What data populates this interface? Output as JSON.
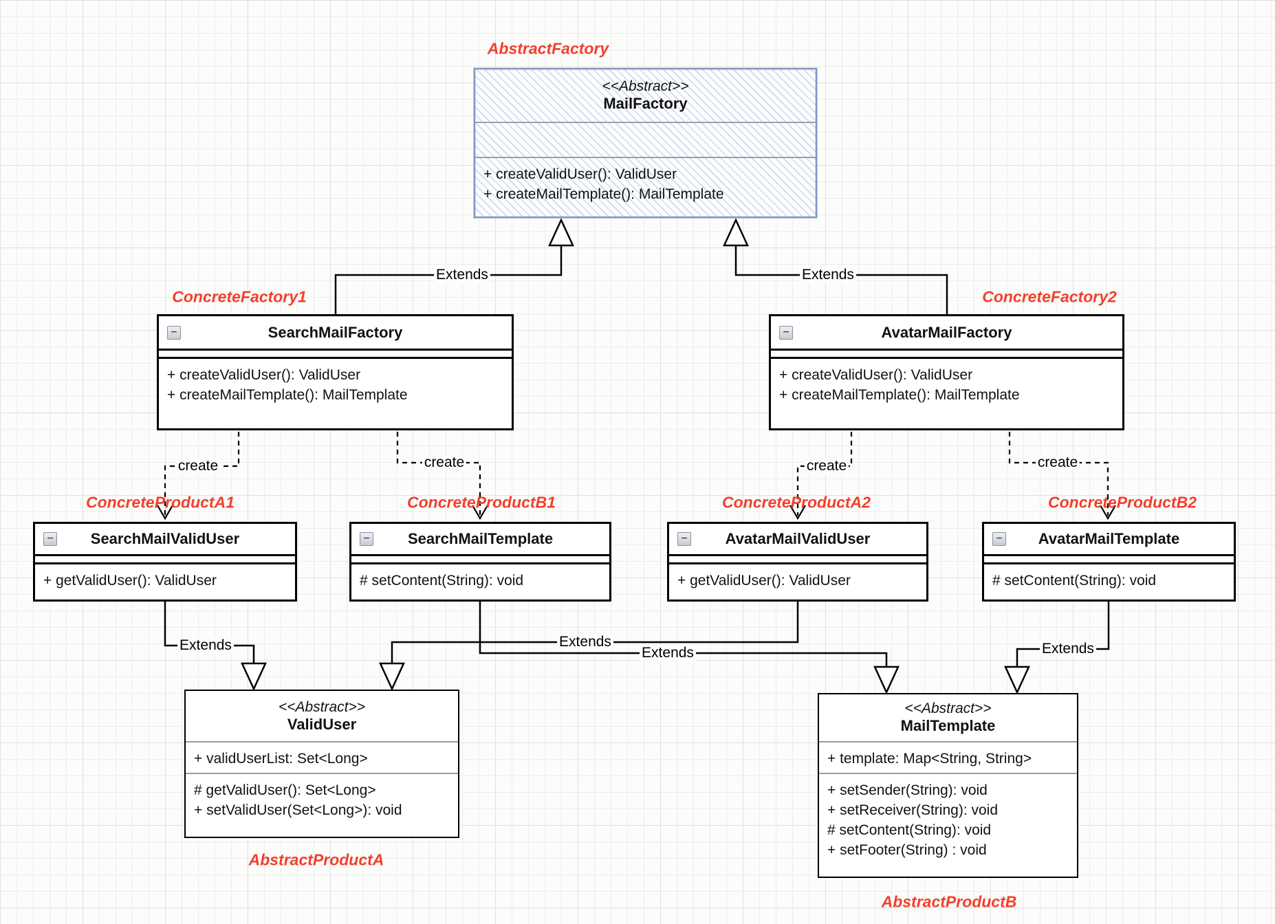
{
  "diagram": {
    "pattern_labels": {
      "abstract_factory": "AbstractFactory",
      "concrete_factory_1": "ConcreteFactory1",
      "concrete_factory_2": "ConcreteFactory2",
      "concrete_product_a1": "ConcreteProductA1",
      "concrete_product_b1": "ConcreteProductB1",
      "concrete_product_a2": "ConcreteProductA2",
      "concrete_product_b2": "ConcreteProductB2",
      "abstract_product_a": "AbstractProductA",
      "abstract_product_b": "AbstractProductB"
    },
    "edge_labels": {
      "extends": "Extends",
      "create": "create"
    },
    "icons": {
      "collapse_glyph": "−"
    },
    "colors": {
      "annotation_red": "#f2402c",
      "abstract_box_border_blue": "#8197c4",
      "abstract_box_hatch_blue": "#809cd6",
      "class_border_black": "#000000",
      "separator_gray": "#9a9a9a"
    },
    "classes": {
      "mail_factory": {
        "stereotype": "<<Abstract>>",
        "name": "MailFactory",
        "methods": [
          "+ createValidUser(): ValidUser",
          "+ createMailTemplate(): MailTemplate"
        ]
      },
      "search_mail_factory": {
        "name": "SearchMailFactory",
        "methods": [
          "+ createValidUser(): ValidUser",
          "+ createMailTemplate(): MailTemplate"
        ]
      },
      "avatar_mail_factory": {
        "name": "AvatarMailFactory",
        "methods": [
          "+ createValidUser(): ValidUser",
          "+ createMailTemplate(): MailTemplate"
        ]
      },
      "search_mail_valid_user": {
        "name": "SearchMailValidUser",
        "methods": [
          "+ getValidUser(): ValidUser"
        ]
      },
      "search_mail_template": {
        "name": "SearchMailTemplate",
        "methods": [
          "# setContent(String): void"
        ]
      },
      "avatar_mail_valid_user": {
        "name": "AvatarMailValidUser",
        "methods": [
          "+ getValidUser(): ValidUser"
        ]
      },
      "avatar_mail_template": {
        "name": "AvatarMailTemplate",
        "methods": [
          "# setContent(String): void"
        ]
      },
      "valid_user": {
        "stereotype": "<<Abstract>>",
        "name": "ValidUser",
        "attributes": [
          "+ validUserList: Set<Long>"
        ],
        "methods": [
          "# getValidUser(): Set<Long>",
          "+ setValidUser(Set<Long>): void"
        ]
      },
      "mail_template": {
        "stereotype": "<<Abstract>>",
        "name": "MailTemplate",
        "attributes": [
          "+ template: Map<String, String>"
        ],
        "methods": [
          "+ setSender(String): void",
          "+ setReceiver(String): void",
          "# setContent(String): void",
          "+ setFooter(String) : void"
        ]
      }
    }
  }
}
